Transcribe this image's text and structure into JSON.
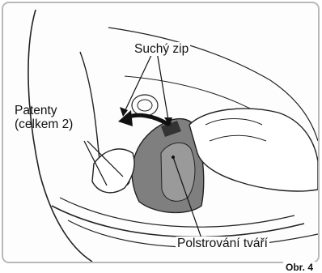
{
  "callouts": {
    "velcro": "Suchý zip",
    "snaps_line1": "Patenty",
    "snaps_line2": "(celkem 2)",
    "cheek_pad": "Polstrování tváří"
  },
  "figure_number": "Obr. 4",
  "colors": {
    "frame_border": "#b9b9b9",
    "pad_fill": "#7f7f7f",
    "line": "#222222",
    "background": "#fdfdfd"
  }
}
